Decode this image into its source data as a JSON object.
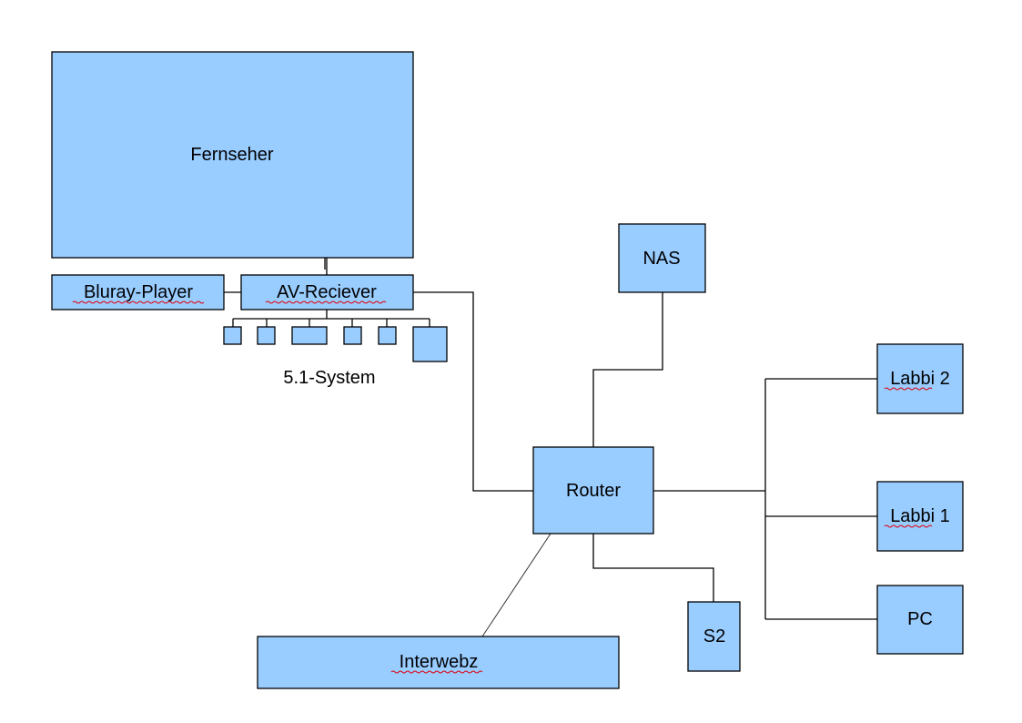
{
  "diagram": {
    "colors": {
      "box_fill": "#99ccff",
      "stroke": "#000000",
      "spellcheck": "#e0000a"
    },
    "nodes": {
      "fernseher": {
        "label": "Fernseher",
        "spellcheck": false
      },
      "bluray": {
        "label": "Bluray-Player",
        "spellcheck": true
      },
      "avreceiver": {
        "label": "AV-Reciever",
        "spellcheck": true
      },
      "nas": {
        "label": "NAS",
        "spellcheck": false
      },
      "router": {
        "label": "Router",
        "spellcheck": false
      },
      "labbi2": {
        "label": "Labbi 2",
        "spellcheck": true
      },
      "labbi1": {
        "label": "Labbi 1",
        "spellcheck": true
      },
      "pc": {
        "label": "PC",
        "spellcheck": false
      },
      "s2": {
        "label": "S2",
        "spellcheck": false
      },
      "interwebz": {
        "label": "Interwebz",
        "spellcheck": true
      }
    },
    "speaker_system": {
      "caption": "5.1-System",
      "speaker_count": 6
    },
    "edges": [
      {
        "from": "fernseher",
        "to": "avreceiver"
      },
      {
        "from": "bluray",
        "to": "avreceiver"
      },
      {
        "from": "avreceiver",
        "to": "speaker_system"
      },
      {
        "from": "avreceiver",
        "to": "router"
      },
      {
        "from": "nas",
        "to": "router"
      },
      {
        "from": "router",
        "to": "labbi2"
      },
      {
        "from": "router",
        "to": "labbi1"
      },
      {
        "from": "router",
        "to": "pc"
      },
      {
        "from": "router",
        "to": "s2"
      },
      {
        "from": "router",
        "to": "interwebz"
      }
    ]
  }
}
